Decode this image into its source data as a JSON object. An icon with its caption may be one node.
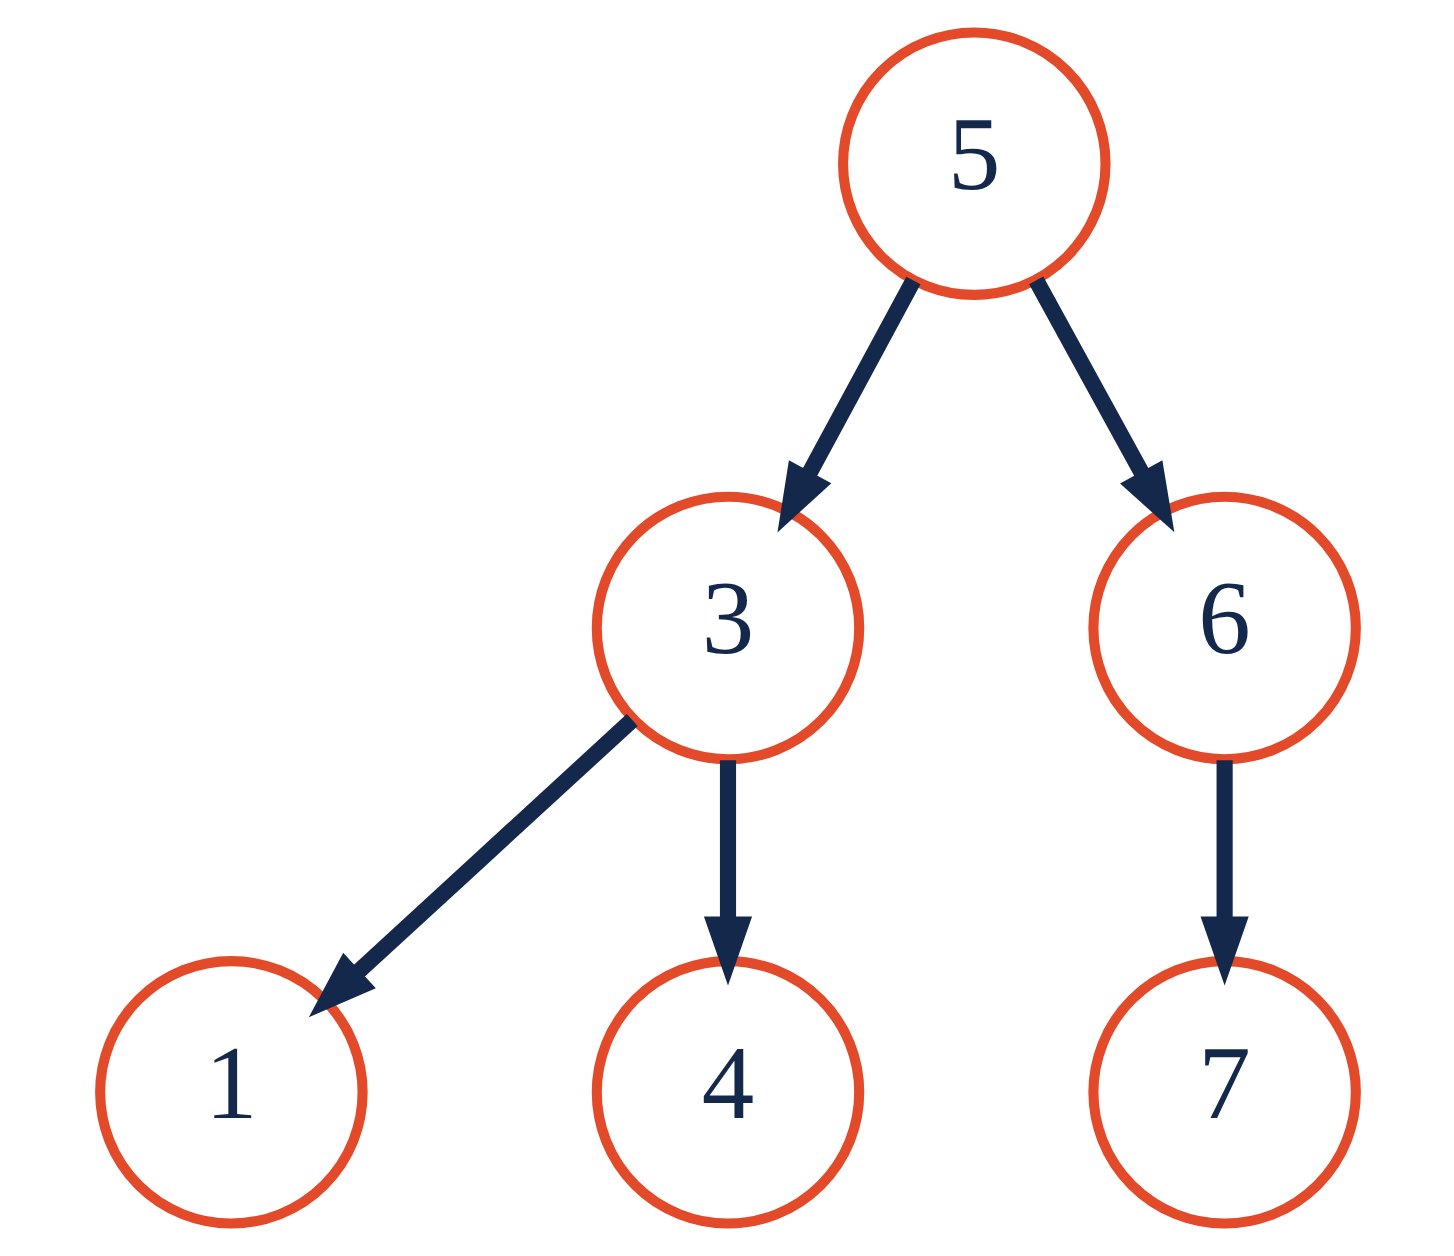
{
  "diagram": {
    "nodes": [
      {
        "text": [
          "5"
        ]
      },
      {
        "text": [
          "3"
        ]
      },
      {
        "text": [
          "6"
        ]
      },
      {
        "text": [
          "1"
        ]
      },
      {
        "text": [
          "4"
        ]
      },
      {
        "text": [
          "7"
        ]
      }
    ],
    "edges": [
      {
        "from": 0,
        "to": 1,
        "arrow": "to"
      },
      {
        "from": 0,
        "to": 2,
        "arrow": "to"
      },
      {
        "from": 1,
        "to": 3,
        "arrow": "to"
      },
      {
        "from": 1,
        "to": 4,
        "arrow": "to"
      },
      {
        "from": 2,
        "to": 5,
        "arrow": "to"
      }
    ]
  }
}
